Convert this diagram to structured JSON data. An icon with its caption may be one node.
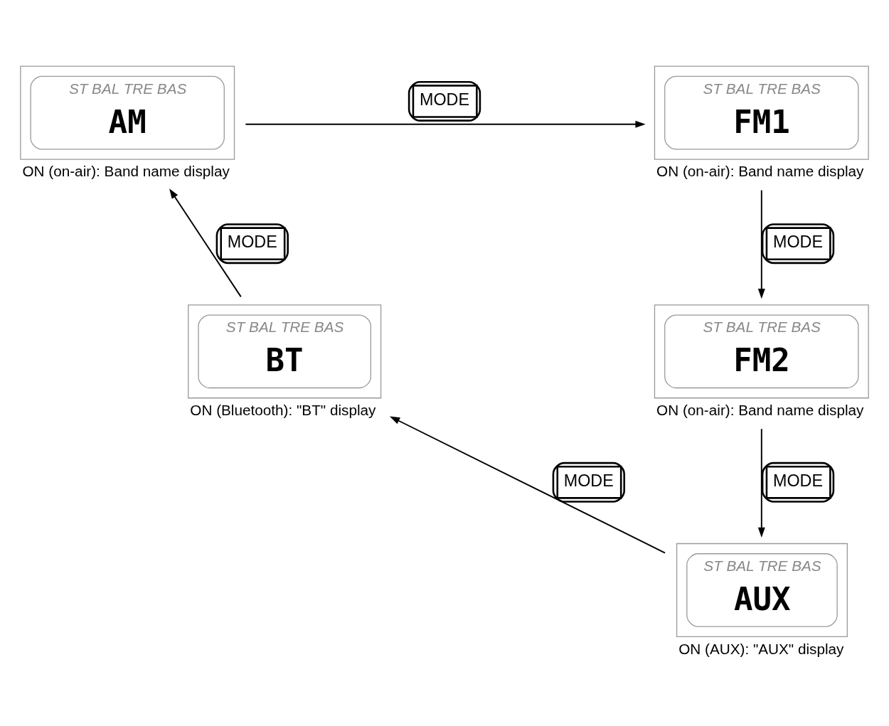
{
  "diagram": {
    "nodes": [
      {
        "text": [
          "ST BAL TRE BAS",
          "AM",
          "ON (on-air): Band name display"
        ]
      },
      {
        "text": [
          "ST BAL TRE BAS",
          "FM1",
          "ON (on-air): Band name display"
        ]
      },
      {
        "text": [
          "ST BAL TRE BAS",
          "FM2",
          "ON (on-air): Band name display"
        ]
      },
      {
        "text": [
          "ST BAL TRE BAS",
          "AUX",
          "ON (AUX): \"AUX\" display"
        ]
      },
      {
        "text": [
          "ST BAL TRE BAS",
          "BT",
          "ON (Bluetooth): \"BT\" display"
        ]
      }
    ],
    "edges": [
      {
        "from": 0,
        "to": 1,
        "arrow": "to",
        "label": "MODE"
      },
      {
        "from": 1,
        "to": 2,
        "arrow": "to",
        "label": "MODE"
      },
      {
        "from": 2,
        "to": 3,
        "arrow": "to",
        "label": "MODE"
      },
      {
        "from": 3,
        "to": 4,
        "arrow": "to",
        "label": "MODE"
      },
      {
        "from": 4,
        "to": 0,
        "arrow": "to",
        "label": "MODE"
      }
    ]
  }
}
